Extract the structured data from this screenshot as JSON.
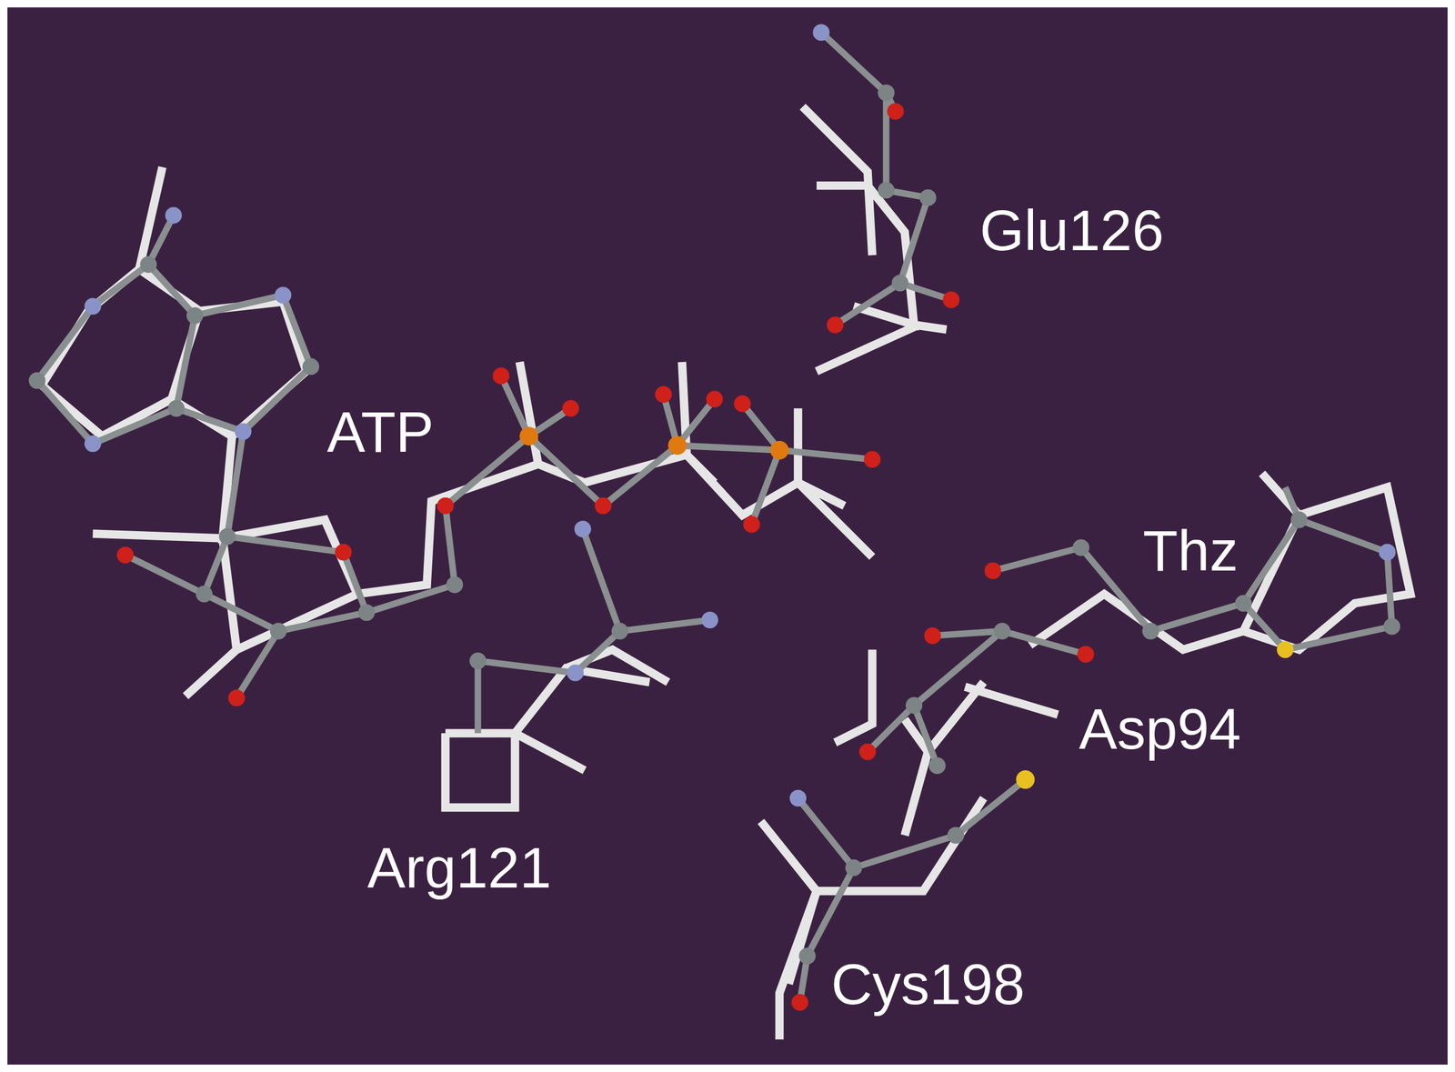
{
  "diagram": {
    "labels": [
      "ATP",
      "Glu126",
      "Thz",
      "Asp94",
      "Arg121",
      "Cys198"
    ]
  }
}
